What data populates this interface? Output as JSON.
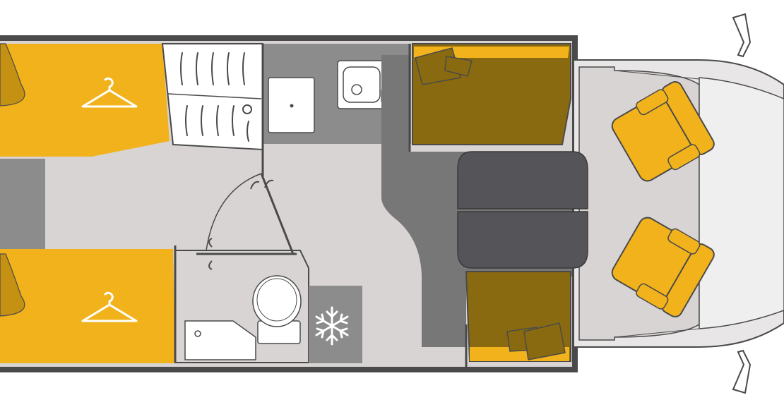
{
  "floorplan": {
    "colors": {
      "wall": "#4a4a4a",
      "floor": "#d8d4d3",
      "floor_dark": "#777777",
      "bed": "#f2b21b",
      "bed_shadow": "#c49112",
      "bench_overlay": "#8a6a10",
      "furniture_gray": "#9a9a9a",
      "cushion": "#545459",
      "counter": "#8c8c8c",
      "cab": "#e8e6e6",
      "seat": "#f2b21b",
      "white": "#ffffff"
    },
    "zones": [
      {
        "id": "bed-upper",
        "kind": "bed",
        "icon": "hanger-icon"
      },
      {
        "id": "bed-lower",
        "kind": "bed",
        "icon": "hanger-icon"
      },
      {
        "id": "wardrobe",
        "kind": "storage",
        "icon": "wardrobe-icon"
      },
      {
        "id": "kitchen",
        "kind": "kitchen",
        "icon": "sink-icon"
      },
      {
        "id": "bathroom",
        "kind": "bathroom",
        "icon": "toilet-icon"
      },
      {
        "id": "fridge",
        "kind": "appliance",
        "icon": "snowflake-icon"
      },
      {
        "id": "dinette",
        "kind": "seating",
        "icon": "table-icon"
      },
      {
        "id": "cab",
        "kind": "cab",
        "icon": "seat-icon"
      }
    ]
  }
}
